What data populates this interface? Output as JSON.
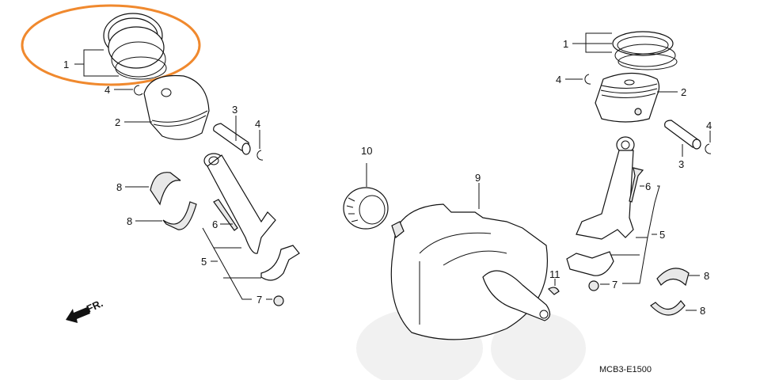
{
  "diagram": {
    "highlight_color": "#f0892e",
    "diagram_code": "MCB3-E1500",
    "front_indicator": "FR.",
    "left_assembly": {
      "callouts": [
        {
          "id": "ring-set",
          "label": "1"
        },
        {
          "id": "clip-upper",
          "label": "4"
        },
        {
          "id": "piston",
          "label": "2"
        },
        {
          "id": "piston-pin",
          "label": "3"
        },
        {
          "id": "clip-lower",
          "label": "4"
        },
        {
          "id": "bearing-upper",
          "label": "8"
        },
        {
          "id": "bearing-lower",
          "label": "8"
        },
        {
          "id": "bolt",
          "label": "6"
        },
        {
          "id": "rod-assembly",
          "label": "5"
        },
        {
          "id": "nut",
          "label": "7"
        }
      ]
    },
    "center": {
      "callouts": [
        {
          "id": "primary-gear",
          "label": "10"
        },
        {
          "id": "crankshaft",
          "label": "9"
        },
        {
          "id": "woodruff-key",
          "label": "11"
        }
      ]
    },
    "right_assembly": {
      "callouts": [
        {
          "id": "ring-set",
          "label": "1"
        },
        {
          "id": "clip-upper",
          "label": "4"
        },
        {
          "id": "piston",
          "label": "2"
        },
        {
          "id": "clip-lower",
          "label": "4"
        },
        {
          "id": "piston-pin",
          "label": "3"
        },
        {
          "id": "bolt",
          "label": "6"
        },
        {
          "id": "rod-assembly",
          "label": "5"
        },
        {
          "id": "nut",
          "label": "7"
        },
        {
          "id": "bearing-upper",
          "label": "8"
        },
        {
          "id": "bearing-lower",
          "label": "8"
        }
      ]
    }
  }
}
